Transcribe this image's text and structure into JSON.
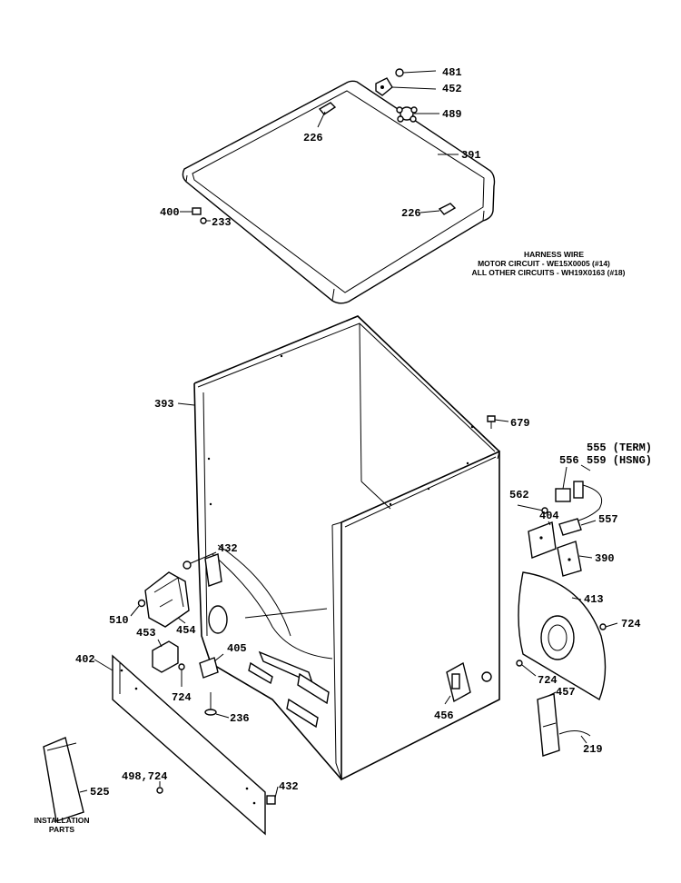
{
  "harness_note": {
    "title": "HARNESS WIRE",
    "line1": "MOTOR CIRCUIT - WE15X0005 (#14)",
    "line2": "ALL OTHER CIRCUITS - WH19X0163 (#18)"
  },
  "installation_label": {
    "line1": "INSTALLATION",
    "line2": "PARTS"
  },
  "parts": {
    "p481": "481",
    "p452": "452",
    "p489": "489",
    "p226a": "226",
    "p391": "391",
    "p400": "400",
    "p233": "233",
    "p226b": "226",
    "p393": "393",
    "p679": "679",
    "p555": "555 (TERM)",
    "p559": "559 (HSNG)",
    "p556": "556",
    "p562": "562",
    "p404": "404",
    "p557": "557",
    "p390": "390",
    "p432a": "432",
    "p413": "413",
    "p724a": "724",
    "p510": "510",
    "p454": "454",
    "p453": "453",
    "p402": "402",
    "p405": "405",
    "p724b": "724",
    "p724c": "724",
    "p457": "457",
    "p236": "236",
    "p456": "456",
    "p219": "219",
    "p498": "498,724",
    "p432b": "432",
    "p525": "525"
  }
}
